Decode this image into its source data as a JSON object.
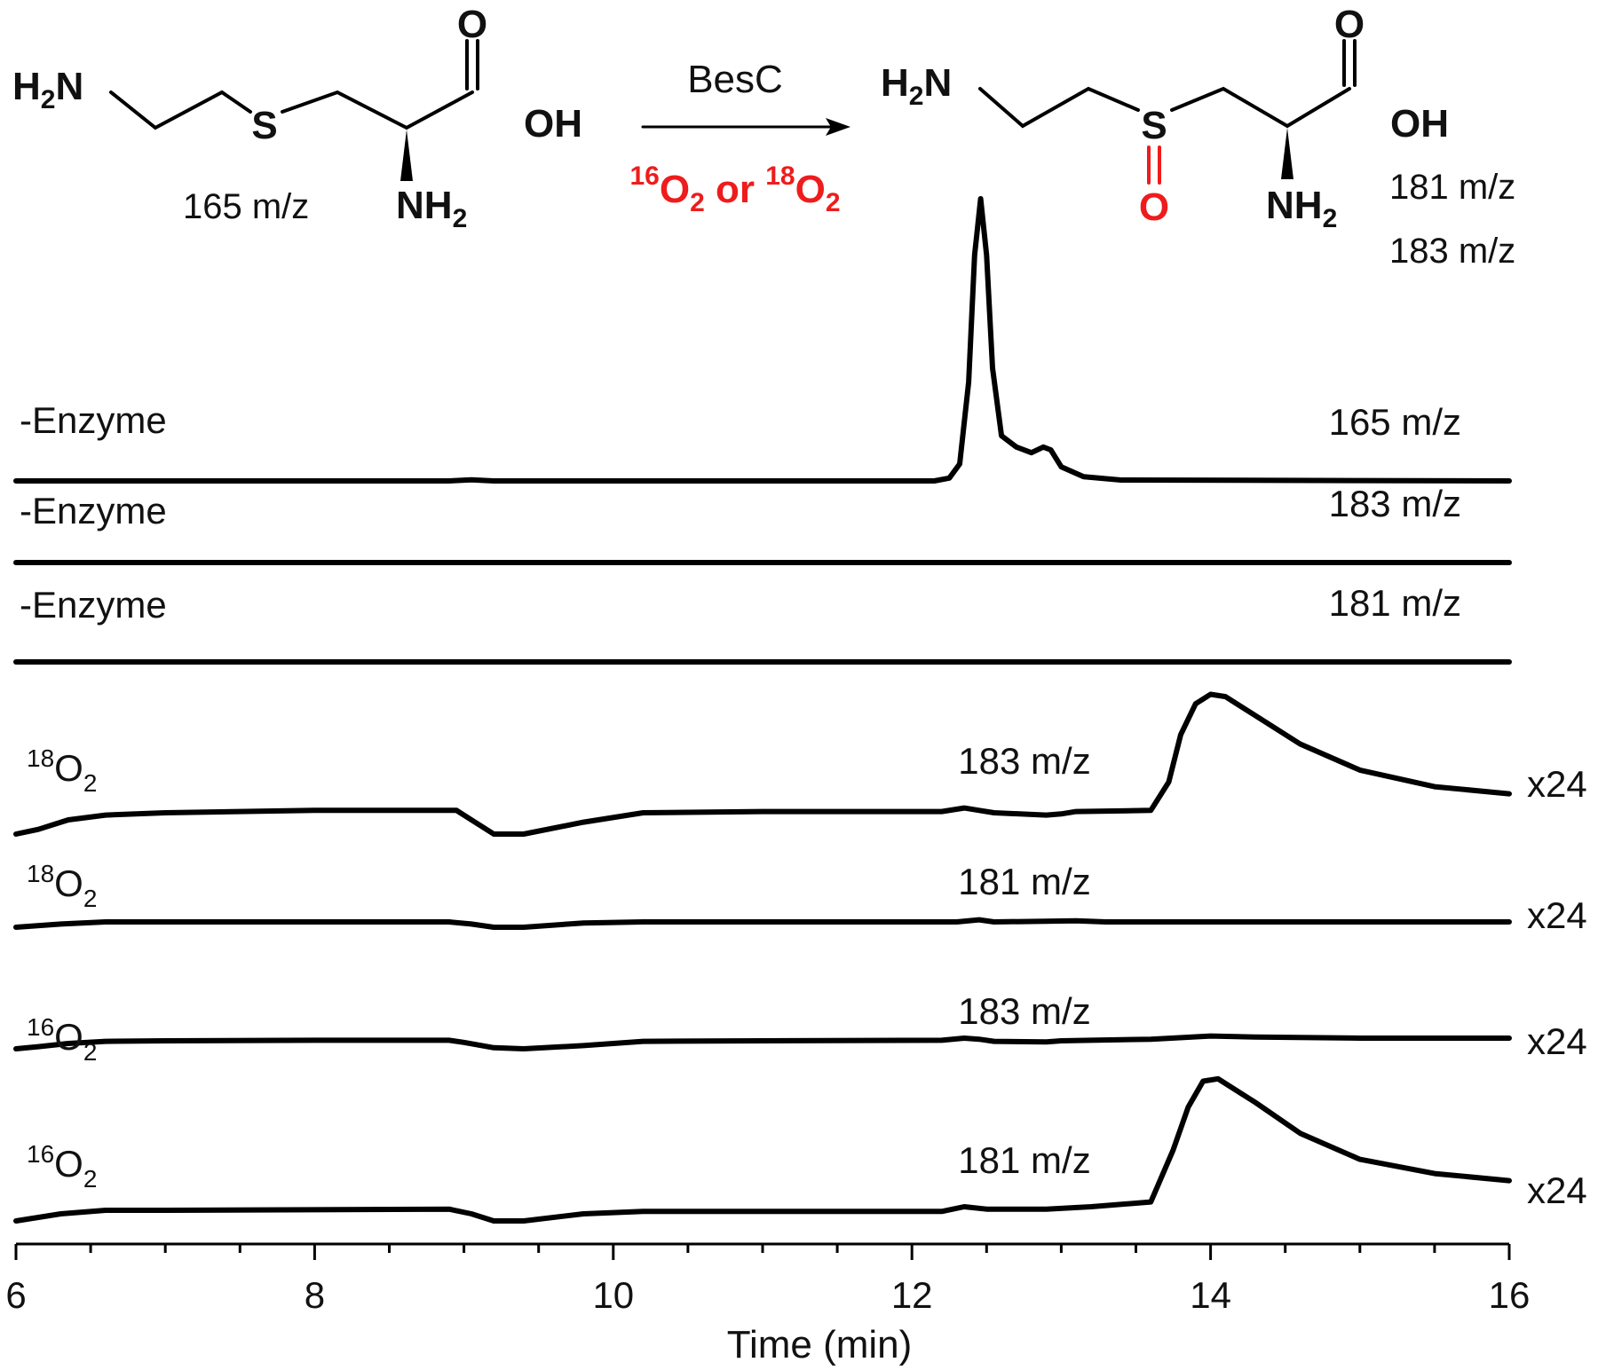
{
  "scheme": {
    "substrate": {
      "amine_left": "H",
      "amine_sub": "2",
      "amine_right": "N",
      "sulfur": "S",
      "carbonyl_o": "O",
      "hydroxyl": "OH",
      "alpha_amine": "NH",
      "alpha_amine_sub": "2",
      "mass": "165 m/z"
    },
    "arrow": {
      "enzyme": "BesC",
      "iso16_sup": "16",
      "iso16_o": "O",
      "iso16_sub": "2",
      "or": " or ",
      "iso18_sup": "18",
      "iso18_o": "O",
      "iso18_sub": "2"
    },
    "product": {
      "amine_left": "H",
      "amine_sub": "2",
      "amine_right": "N",
      "sulfur": "S",
      "sulfoxide_o": "O",
      "carbonyl_o": "O",
      "hydroxyl": "OH",
      "alpha_amine": "NH",
      "alpha_amine_sub": "2",
      "mass_a": "181 m/z",
      "mass_b": "183 m/z"
    }
  },
  "colors": {
    "trace": "#000000",
    "isotope": "#ee1c1c"
  },
  "chart_data": {
    "type": "line",
    "xlabel": "Time (min)",
    "xlim": [
      6,
      16
    ],
    "xticks": [
      6,
      8,
      10,
      12,
      14,
      16
    ],
    "grid": false,
    "series": [
      {
        "name": "-Enzyme",
        "label_text": "-Enzyme",
        "mz": "165 m/z",
        "scale": "",
        "points": [
          [
            6,
            0
          ],
          [
            8.9,
            0
          ],
          [
            9.05,
            0.004
          ],
          [
            9.2,
            0
          ],
          [
            12.15,
            0
          ],
          [
            12.25,
            0.01
          ],
          [
            12.32,
            0.06
          ],
          [
            12.38,
            0.35
          ],
          [
            12.42,
            0.8
          ],
          [
            12.46,
            1.0
          ],
          [
            12.5,
            0.8
          ],
          [
            12.54,
            0.4
          ],
          [
            12.6,
            0.16
          ],
          [
            12.7,
            0.12
          ],
          [
            12.8,
            0.1
          ],
          [
            12.88,
            0.12
          ],
          [
            12.93,
            0.11
          ],
          [
            13.0,
            0.05
          ],
          [
            13.15,
            0.015
          ],
          [
            13.4,
            0.003
          ],
          [
            16,
            0
          ]
        ]
      },
      {
        "name": "-Enzyme",
        "label_text": "-Enzyme",
        "mz": "183 m/z",
        "scale": "",
        "points": [
          [
            6,
            0
          ],
          [
            16,
            0
          ]
        ]
      },
      {
        "name": "-Enzyme",
        "label_text": "-Enzyme",
        "mz": "181 m/z",
        "scale": "",
        "points": [
          [
            6,
            0
          ],
          [
            16,
            0
          ]
        ]
      },
      {
        "name": "18O2",
        "label_sup": "18",
        "label_o": "O",
        "label_sub": "2",
        "mz": "183 m/z",
        "scale": "x24",
        "points": [
          [
            6,
            0
          ],
          [
            6.15,
            0.02
          ],
          [
            6.35,
            0.06
          ],
          [
            6.6,
            0.08
          ],
          [
            7,
            0.09
          ],
          [
            8,
            0.1
          ],
          [
            8.95,
            0.1
          ],
          [
            9.05,
            0.06
          ],
          [
            9.2,
            0.0
          ],
          [
            9.4,
            0.0
          ],
          [
            9.8,
            0.05
          ],
          [
            10.2,
            0.09
          ],
          [
            11,
            0.095
          ],
          [
            12.2,
            0.095
          ],
          [
            12.35,
            0.11
          ],
          [
            12.45,
            0.1
          ],
          [
            12.55,
            0.09
          ],
          [
            12.9,
            0.08
          ],
          [
            13.0,
            0.085
          ],
          [
            13.1,
            0.095
          ],
          [
            13.6,
            0.1
          ],
          [
            13.72,
            0.22
          ],
          [
            13.8,
            0.42
          ],
          [
            13.9,
            0.55
          ],
          [
            14.0,
            0.59
          ],
          [
            14.1,
            0.58
          ],
          [
            14.3,
            0.5
          ],
          [
            14.6,
            0.38
          ],
          [
            15.0,
            0.27
          ],
          [
            15.5,
            0.2
          ],
          [
            16,
            0.17
          ]
        ]
      },
      {
        "name": "18O2",
        "label_sup": "18",
        "label_o": "O",
        "label_sub": "2",
        "mz": "181 m/z",
        "scale": "x24",
        "points": [
          [
            6,
            0
          ],
          [
            6.3,
            0.03
          ],
          [
            6.6,
            0.05
          ],
          [
            7,
            0.05
          ],
          [
            8.9,
            0.05
          ],
          [
            9.05,
            0.03
          ],
          [
            9.2,
            0.0
          ],
          [
            9.4,
            0.0
          ],
          [
            9.8,
            0.04
          ],
          [
            10.2,
            0.05
          ],
          [
            12.3,
            0.05
          ],
          [
            12.45,
            0.07
          ],
          [
            12.55,
            0.05
          ],
          [
            13.1,
            0.06
          ],
          [
            13.3,
            0.05
          ],
          [
            16,
            0.05
          ]
        ]
      },
      {
        "name": "16O2",
        "label_sup": "16",
        "label_o": "O",
        "label_sub": "2",
        "mz": "183 m/z",
        "scale": "x24",
        "points": [
          [
            6,
            0
          ],
          [
            6.15,
            0.02
          ],
          [
            6.35,
            0.05
          ],
          [
            6.6,
            0.07
          ],
          [
            7,
            0.075
          ],
          [
            8,
            0.08
          ],
          [
            8.9,
            0.08
          ],
          [
            9.0,
            0.06
          ],
          [
            9.2,
            0.01
          ],
          [
            9.4,
            0.0
          ],
          [
            9.8,
            0.03
          ],
          [
            10.2,
            0.07
          ],
          [
            11,
            0.075
          ],
          [
            12.2,
            0.08
          ],
          [
            12.35,
            0.1
          ],
          [
            12.45,
            0.09
          ],
          [
            12.55,
            0.07
          ],
          [
            12.9,
            0.065
          ],
          [
            13.0,
            0.075
          ],
          [
            13.2,
            0.08
          ],
          [
            13.6,
            0.09
          ],
          [
            14.0,
            0.12
          ],
          [
            14.3,
            0.11
          ],
          [
            15.0,
            0.1
          ],
          [
            16,
            0.1
          ]
        ]
      },
      {
        "name": "16O2",
        "label_sup": "16",
        "label_o": "O",
        "label_sub": "2",
        "mz": "181 m/z",
        "scale": "x24",
        "points": [
          [
            6,
            0
          ],
          [
            6.3,
            0.03
          ],
          [
            6.6,
            0.045
          ],
          [
            7,
            0.045
          ],
          [
            8.9,
            0.05
          ],
          [
            9.05,
            0.03
          ],
          [
            9.2,
            0.0
          ],
          [
            9.4,
            0.0
          ],
          [
            9.8,
            0.03
          ],
          [
            10.2,
            0.04
          ],
          [
            12.2,
            0.04
          ],
          [
            12.35,
            0.06
          ],
          [
            12.5,
            0.05
          ],
          [
            12.9,
            0.05
          ],
          [
            13.2,
            0.06
          ],
          [
            13.6,
            0.08
          ],
          [
            13.75,
            0.3
          ],
          [
            13.85,
            0.48
          ],
          [
            13.95,
            0.59
          ],
          [
            14.05,
            0.6
          ],
          [
            14.3,
            0.5
          ],
          [
            14.6,
            0.37
          ],
          [
            15.0,
            0.26
          ],
          [
            15.5,
            0.2
          ],
          [
            16,
            0.17
          ]
        ]
      }
    ]
  }
}
